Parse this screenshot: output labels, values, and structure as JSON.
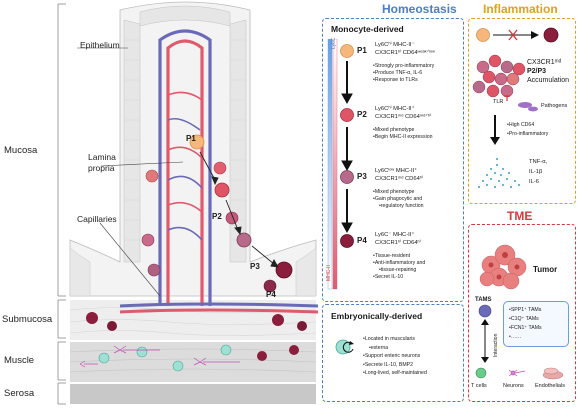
{
  "mucosa_panel": {
    "layers": [
      "Mucosa",
      "Submucosa",
      "Muscle",
      "Serosa"
    ],
    "labels": {
      "epithelium": "Epithelium",
      "lamina": "Lamina",
      "propria": "propria",
      "capillaries": "Capillaries",
      "p1": "P1",
      "p2": "P2",
      "p3": "P3",
      "p4": "P4"
    }
  },
  "homeostasis": {
    "title": "Homeostasis",
    "monocyte_title": "Monocyte-derived",
    "axis_ly6c": "Ly6C",
    "axis_mhc": "MHC-II",
    "stages": [
      {
        "tag": "P1",
        "line1": "Ly6Cʰⁱ MHC-II⁻",
        "line2": "CX3CR1ʰⁱ CD64ʷᵉᵃᵏᐟˡᵒʷ",
        "bullets": [
          "Strongly pro-inflammatory",
          "Produce TNF-α, IL-6",
          "Response to TLRs"
        ]
      },
      {
        "tag": "P2",
        "line1": "Ly6Cʰⁱ MHC-II⁺",
        "line2": "CX3CR1ᵐᵈ CD64ᵐᵈᐟʰⁱ",
        "bullets": [
          "Mixed phenotype",
          "Begin MHC-II expression"
        ]
      },
      {
        "tag": "P3",
        "line1": "Ly6Cˡᵒʷ MHC-II⁺",
        "line2": "CX3CR1ᵐᵈ CD64ʰⁱ",
        "bullets": [
          "Mixed phenotype",
          "Gain phagocytic and",
          "regulatory function"
        ]
      },
      {
        "tag": "P4",
        "line1": "Ly6C⁻ MHC-II⁺",
        "line2": "CX3CR1ʰⁱ CD64ʰⁱ",
        "bullets": [
          "Tissue-resident",
          "Anti-inflammatory and",
          "tissue-repairing",
          "Secret IL-10"
        ]
      }
    ],
    "embryonic_title": "Embryonically-derived",
    "embryonic_bullets": [
      "Located in muscularis",
      "externa",
      "Support enteric neurons",
      "Secrete IL-10, BMP2",
      "Long-lived, self-maintained"
    ]
  },
  "inflammation": {
    "title": "Inflammation",
    "accum1": "CX3CR1ᵐᵈ",
    "accum2": "P2/P3",
    "accum3": "Accumulation",
    "tlr": "TLR",
    "pathogens": "Pathogens",
    "bullets": [
      "High CD64",
      "Pro-inflammatory"
    ],
    "cytokines": [
      "TNF-α,",
      "IL-1β",
      "IL-6"
    ]
  },
  "tme": {
    "title": "TME",
    "tumor": "Tumor",
    "tams": "TAMS",
    "interaction": "Interaction",
    "subsets": [
      "SPP1⁺ TAMs",
      "C1Q⁺ TAMs",
      "FCN1⁺ TAMs",
      "……"
    ],
    "cells": [
      "T cells",
      "Neurons",
      "Endothelials"
    ]
  },
  "colors": {
    "homeostasis": "#4a7fc1",
    "inflammation": "#e0a020",
    "tme": "#d63a3a",
    "artery": "#e05a6e",
    "vein": "#6a6ab8"
  }
}
